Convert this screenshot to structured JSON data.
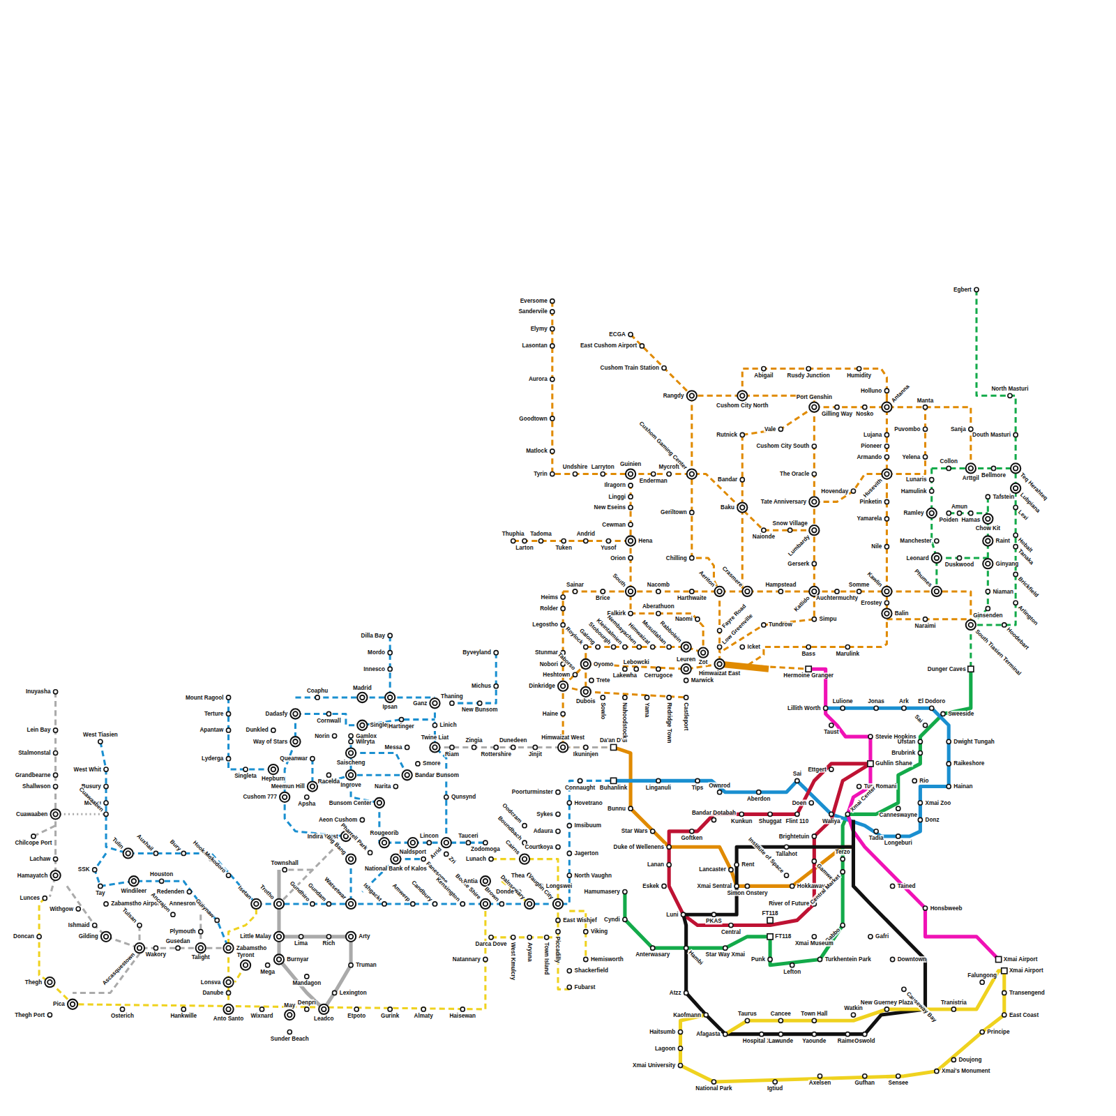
{
  "diagram": {
    "labels": [
      "Eversome",
      "Sandervile",
      "Elymy",
      "Lasontan",
      "Aurora",
      "Goodtown",
      "Matlock",
      "Tyrin",
      "Undshire",
      "Larryton",
      "Guinien",
      "Enderman",
      "Mycroft",
      "Cushom Gaming Center",
      "ECGA",
      "East Cushom Airport",
      "Cushom Train Station",
      "Rangdy",
      "Cushom City North",
      "Abigail",
      "Rusdy Junction",
      "Humidity",
      "Port Genshin",
      "Gilling Way",
      "Nosko",
      "Antanna",
      "Holluno",
      "Manta",
      "Sanja",
      "Puvombo",
      "Yelena",
      "Rutnick",
      "Vale",
      "Cushom City South",
      "The Oracle",
      "Tate Anniversary",
      "Snow Village",
      "Lumbardy",
      "Gerserk",
      "Katlido",
      "Bandar",
      "Baku",
      "Naionde",
      "Geriltown",
      "Chilling",
      "Lujana",
      "Pioneer",
      "Armando",
      "Husevith",
      "Pinketin",
      "Yamarela",
      "Nile",
      "Hovenday",
      "Kawlin",
      "Erostey",
      "Balin",
      "Ilragorn",
      "Linggi",
      "New Eseins",
      "Cewman",
      "Hena",
      "Orion",
      "Thuphia",
      "Larton",
      "Tadoma",
      "Tuken",
      "Andrid",
      "Yusof",
      "Sainar",
      "Brice",
      "South",
      "Nacomb",
      "Harthwaite",
      "Aeriton",
      "Crasmere",
      "Hampstead",
      "Auchtermuchty",
      "Somme",
      "Phumes",
      "Naraimi",
      "Heims",
      "Rolder",
      "Legostho",
      "Stunmar",
      "Nobori",
      "Heshtown",
      "Dinkridge",
      "Haine",
      "Himwaizat West",
      "Ikuninjen",
      "Da'an D'ui",
      "Falkirk",
      "Aberathuon",
      "Naomi",
      "Fayre Road",
      "Low Greenville",
      "Tundrow",
      "Simpu",
      "Icket",
      "Bass",
      "Marulink",
      "Roylock",
      "Galong",
      "Stobourgh",
      "Kleintalmien",
      "Nembayachen",
      "Himwaizat",
      "Musutlahan",
      "Rabbolein",
      "Taborso",
      "Zot",
      "Oyomo",
      "Trete",
      "Lakewha",
      "Lebowcki",
      "Cerrugoce",
      "Leuren",
      "Marwick",
      "Himwaizat East",
      "Dubois",
      "Sowlo",
      "Nahoodstock",
      "Yama",
      "Redridge Town",
      "Castleport",
      "Hermoine Granger",
      "South Tiasien Terminal",
      "Egbert",
      "North Masturi",
      "Douth Masturi",
      "Teq Herahteq",
      "Bellmore",
      "Arttgil",
      "Collon",
      "Lunaris",
      "Hamulink",
      "Ramley",
      "Poiden",
      "Amun",
      "Hamas",
      "Chow Kit",
      "Tafstein",
      "Lubpiana",
      "Lexi",
      "Raint",
      "Hobalt",
      "Tanaka",
      "Manchester",
      "Leonard",
      "Duskwood",
      "Ginyang",
      "Brickfield",
      "Niaman",
      "Ginsenden",
      "Arlington",
      "Hoodebart",
      "Dunger Caves",
      "Lillith Worth",
      "Lulione",
      "Jonas",
      "Ark",
      "El Dodoro",
      "Sweeside",
      "Taust",
      "Stevie Hopkins",
      "Sai",
      "Ufstan",
      "Dwight Tungah",
      "Brubrink",
      "Guhlin Shane",
      "Raikeshore",
      "Rio",
      "Hainan",
      "Tun Romani",
      "Xmai Zoo",
      "Canneswayne",
      "Donz",
      "Longeburi",
      "Tadia",
      "Ettgert",
      "Xmai Center",
      "Waliya",
      "Sai",
      "Doen",
      "Flint 110",
      "Shuggat",
      "Kunkun",
      "Aberdon",
      "Ownrod",
      "Tips",
      "Linganuli",
      "Buhanlink",
      "Bandar Dotabah",
      "Goftken",
      "Brightetuin",
      "Tallahot",
      "Bunnu",
      "Star Wars",
      "Duke of Wellenens",
      "Lanan",
      "Eskek",
      "Rent",
      "Lancaster",
      "Xmai Sentral",
      "Simon Onstery",
      "Institute of Space",
      "Hokkaway",
      "Gamwe",
      "Terzo",
      "Central Market",
      "River of Future",
      "Luni",
      "PKAS",
      "Central",
      "FT118",
      "FT118",
      "Gabbo",
      "Xmai Museum",
      "Tained",
      "Honsbweeb",
      "Gafri",
      "Downtown",
      "Causeway Bay",
      "Hamumasery",
      "Cyndi",
      "Anterwasary",
      "Star Way Xmai",
      "Punk",
      "Lefton",
      "Turkhentein Park",
      "Hambi",
      "Atzz",
      "Kaofmann",
      "Afagasta",
      "Hospital Xmai",
      "Lawunde",
      "Yaounde",
      "Raimes",
      "Oswold",
      "Taurus",
      "Cancee",
      "Town Hall",
      "Watkin",
      "New Guerney Plaza",
      "Tranistria",
      "Falungong",
      "Xmai Airport",
      "Xmai Airport",
      "Transengend",
      "East Coast",
      "Principe",
      "Doujong",
      "Xmai's Monument",
      "Sensee",
      "Gufhan",
      "Axelsen",
      "Igtiud",
      "National Park",
      "Xmai University",
      "Lagoon",
      "Haitsumb",
      "Dilla Bay",
      "Mordo",
      "Innesco",
      "Ipsan",
      "Madrid",
      "Coaphu",
      "Mount Ragool",
      "Terture",
      "Apantaw",
      "Lyderga",
      "Singleta",
      "Hepburn",
      "Meemun Hill",
      "Dadasfy",
      "Cornwall",
      "Dunkled",
      "Way of Stars",
      "Norin",
      "Queanwar",
      "Racelda",
      "Apsha",
      "Cushom 777",
      "Singlep",
      "Hartinger",
      "Gamlox",
      "Wilryta",
      "Saischeng",
      "Messa",
      "Ingrove",
      "Bandar Bunsom",
      "Smore",
      "Narita",
      "Bunsom Center",
      "Aeon Cushom",
      "Indira West",
      "Big Bang",
      "Pharrell Park",
      "Rougeorib",
      "Naldsport",
      "Lincon",
      "Arrid",
      "Zri",
      "Tauceri",
      "Zodomoga",
      "National Bank of Kalos",
      "Fanesome",
      "Ganz",
      "Thaning",
      "Linich",
      "Twine Liat",
      "Riam",
      "Qunsynd",
      "Byveyland",
      "Michus",
      "New Bunsom",
      "Zingia",
      "Rottershire",
      "Dunedeen",
      "Jinjit",
      "Isetan",
      "Trotho",
      "Gundhiro",
      "Gundam",
      "Watsetwar",
      "Ishgackt",
      "Amwerp",
      "Candbury",
      "Kensington",
      "Booke Shire",
      "Brown",
      "Dalnsewary",
      "Vaughn City",
      "Antia",
      "Lunach",
      "Cairns",
      "Courtkoya",
      "Adaura",
      "Sykes",
      "Poorturminster",
      "Oodcram",
      "Boundbach",
      "Thea",
      "Donde",
      "Longswei",
      "Connaught",
      "Hovetrano",
      "Imsibuum",
      "Jagerton",
      "North Vaughn",
      "East Wishjef",
      "Piccadilly",
      "Viking",
      "Hemisworth",
      "Shackerfield",
      "Fubarst",
      "Town Island",
      "Aryana",
      "West Kmulcry",
      "Darca Dove",
      "Natannary",
      "Pica",
      "Osterich",
      "Hankwille",
      "Anto Santo",
      "Wixnard",
      "May",
      "Sunder Beach",
      "Denpri",
      "Leadco",
      "Etpoto",
      "Gurink",
      "Almaty",
      "Haisewan",
      "Inuyasha",
      "Lein Bay",
      "Stalmonstal",
      "Grandbearne",
      "Shallwson",
      "Cuawaaben",
      "Chilcope Port",
      "Lachaw",
      "Hamayatch",
      "Lunces",
      "Withgow",
      "Ishmaid",
      "Doncan",
      "Thegh",
      "Thegh Port",
      "West Tiasien",
      "West Whit",
      "Busury",
      "Meeru",
      "Cuawaaben",
      "Tulin",
      "SSK",
      "Tay",
      "Windileer",
      "Auxhail",
      "Bury",
      "Hooker",
      "Houston",
      "Redenden",
      "Annesron",
      "Mokodoro",
      "Zabamstho Airport",
      "Gilding",
      "Tulsan",
      "Ascasquestown",
      "Wakory",
      "Ancrajon",
      "Gusedan",
      "Plymouth",
      "Talight",
      "Guiynaw",
      "Zabamstho",
      "Tyront",
      "Little Malay",
      "Lima",
      "Rich",
      "Arty",
      "Truman",
      "Lexington",
      "Townshall",
      "Burnyar",
      "Mega",
      "Mandagon",
      "Lonsva",
      "Danube"
    ]
  }
}
